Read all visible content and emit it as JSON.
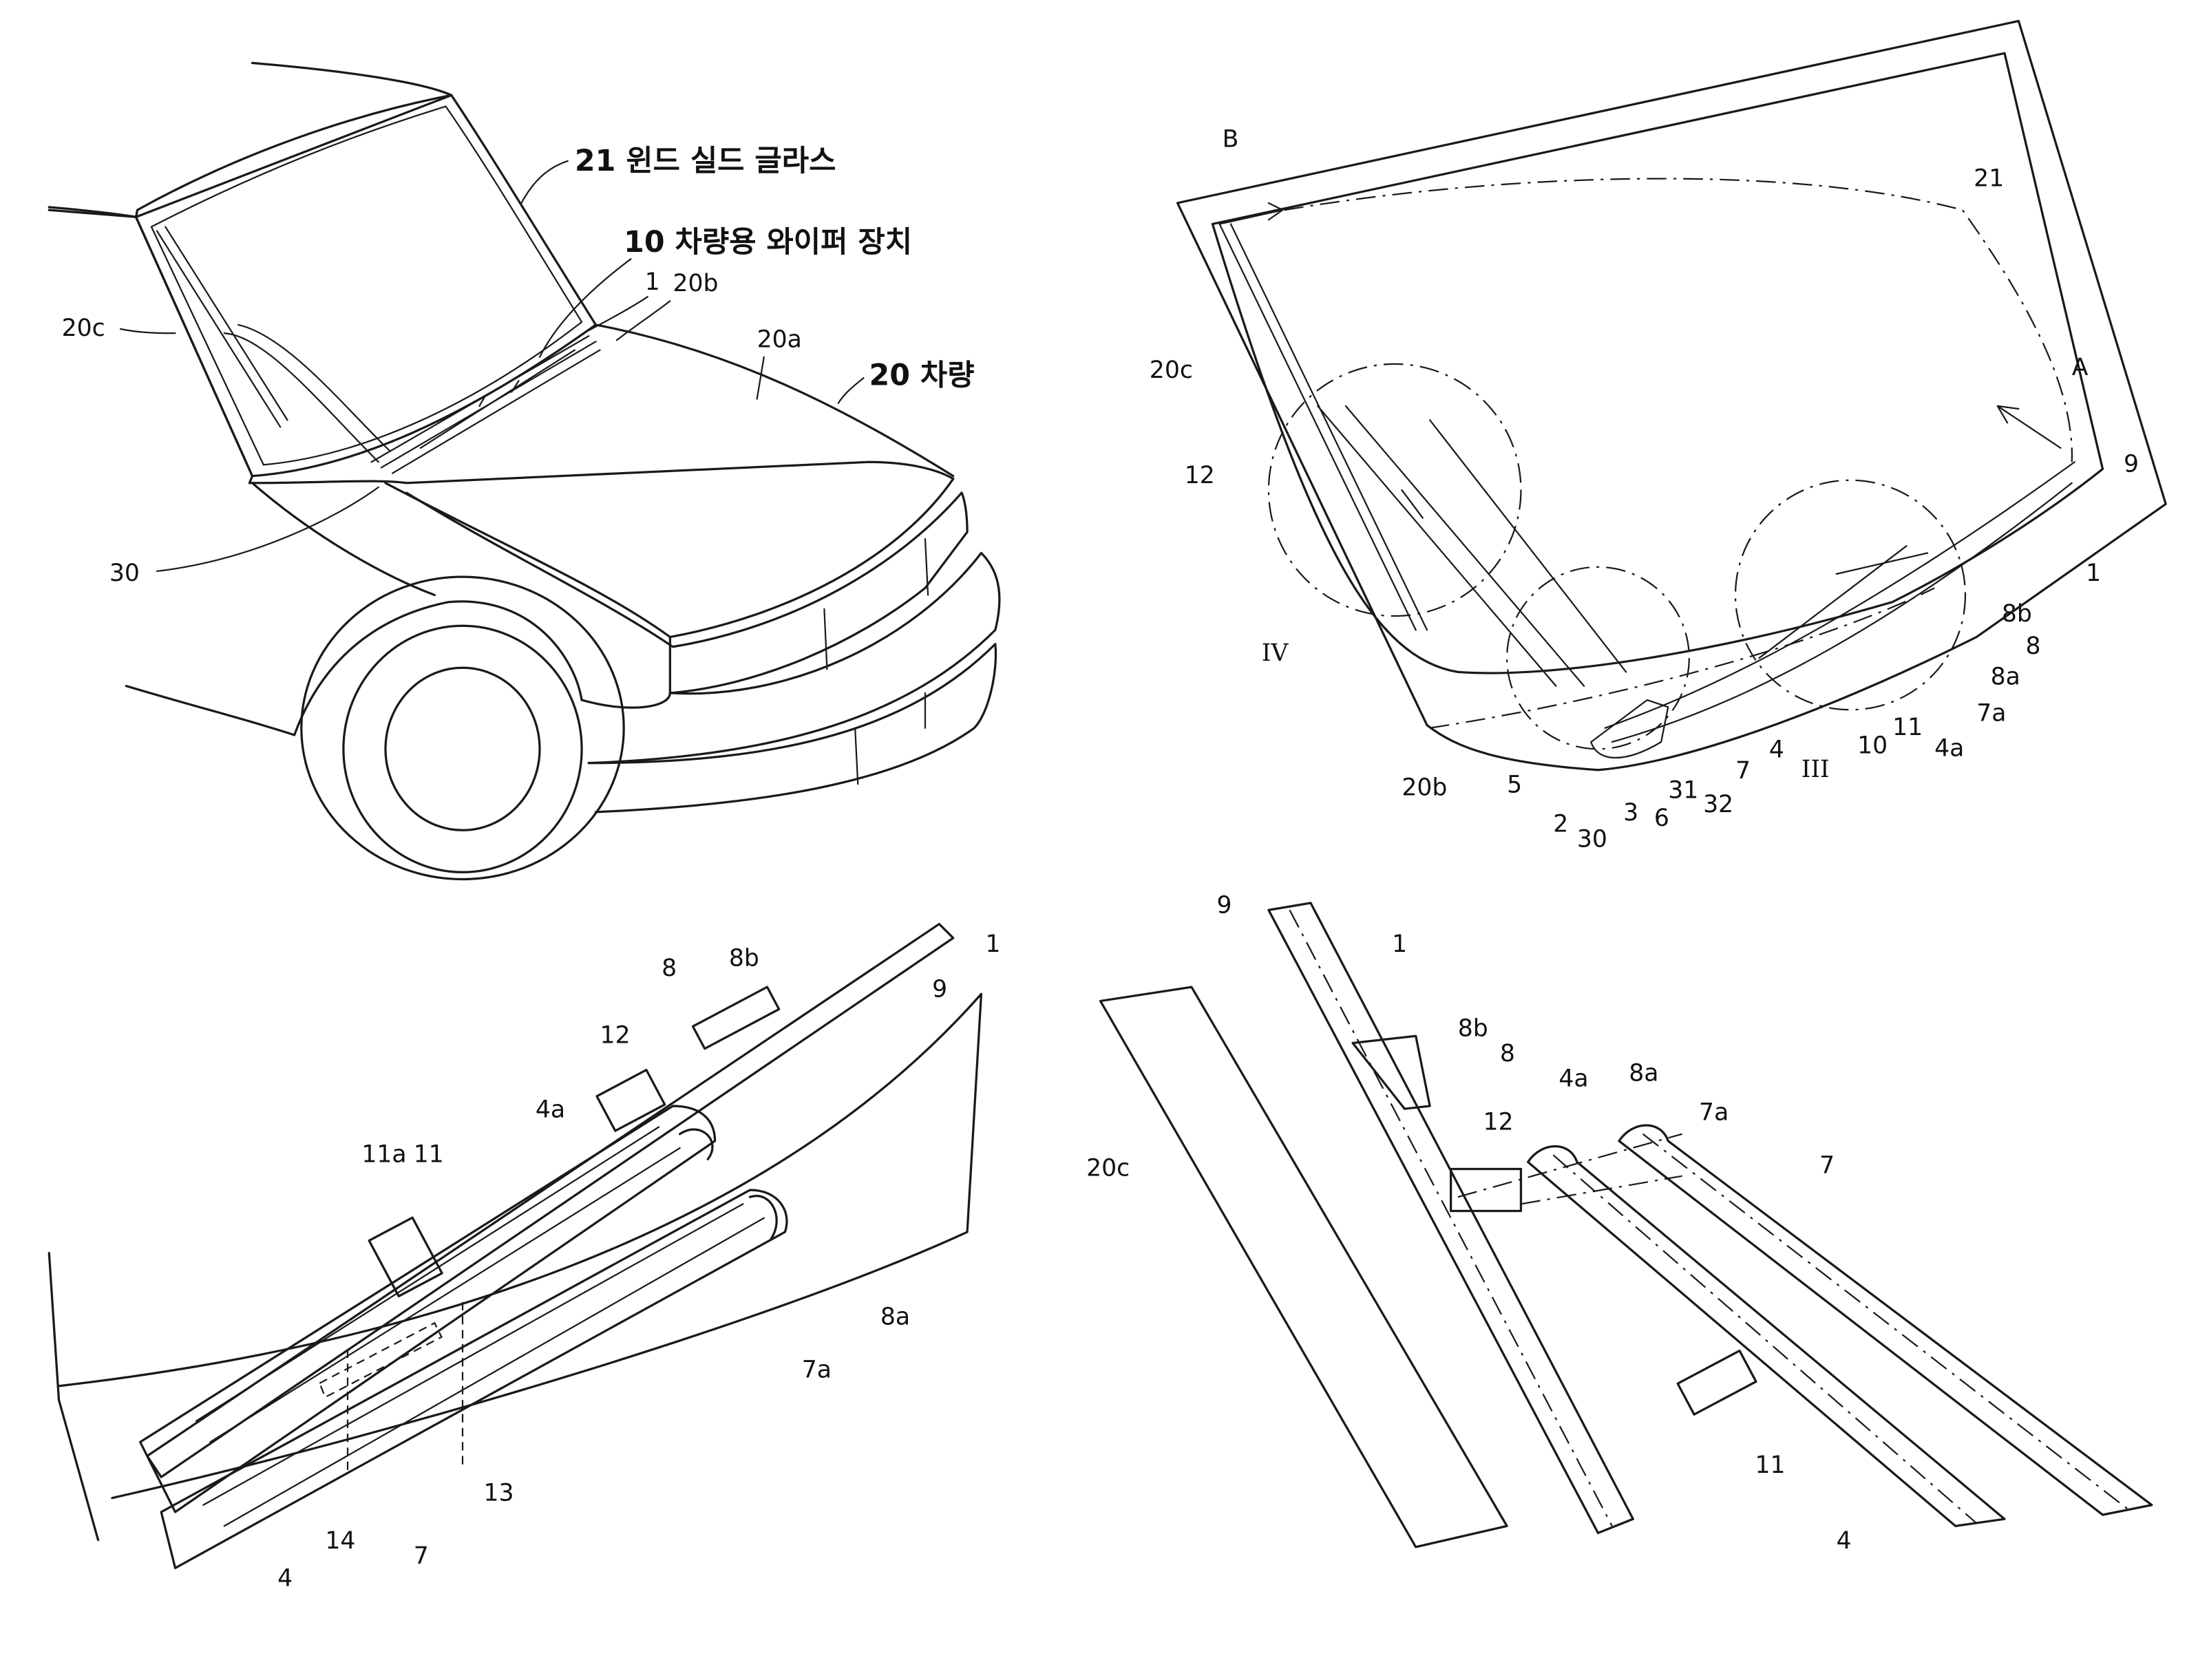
{
  "figure1": {
    "labels": {
      "glass": "21 윈드 실드 글라스",
      "wiper": "10 차량용 와이퍼 장치",
      "vehicle": "20 차량",
      "hood": "20a",
      "cowl": "20b",
      "pillar": "20c",
      "arm": "1",
      "pivot": "30"
    }
  },
  "figure2": {
    "labels": {
      "B": "B",
      "A": "A",
      "glass": "21",
      "pillar": "20c",
      "blade": "12",
      "circle4": "IV",
      "circle3": "III",
      "cowl": "20b",
      "n9": "9",
      "n1": "1",
      "n8b": "8b",
      "n8": "8",
      "n8a": "8a",
      "n7a": "7a",
      "n4a": "4a",
      "n11": "11",
      "n10": "10",
      "n4": "4",
      "n7": "7",
      "n32": "32",
      "n31": "31",
      "n6": "6",
      "n3": "3",
      "n30": "30",
      "n2": "2",
      "n5": "5"
    }
  },
  "figure3": {
    "labels": {
      "n1": "1",
      "n9": "9",
      "n8b": "8b",
      "n8": "8",
      "n12": "12",
      "n4a": "4a",
      "n11a": "11a",
      "n11": "11",
      "n8a": "8a",
      "n7a": "7a",
      "n13": "13",
      "n14": "14",
      "n7": "7",
      "n4": "4"
    }
  },
  "figure4": {
    "labels": {
      "n9": "9",
      "n1": "1",
      "n8b": "8b",
      "n8": "8",
      "n12": "12",
      "n4a": "4a",
      "n8a": "8a",
      "n7a": "7a",
      "n7": "7",
      "n20c": "20c",
      "n11": "11",
      "n4": "4"
    }
  }
}
